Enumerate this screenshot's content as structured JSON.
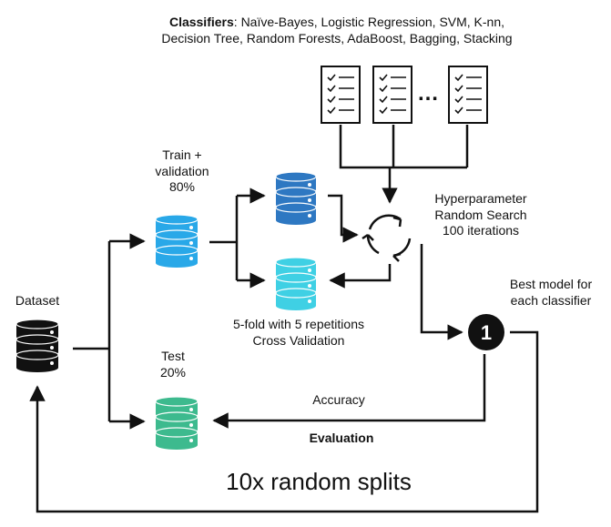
{
  "classifiers": {
    "label": "Classifiers",
    "line1": "Naïve-Bayes, Logistic Regression, SVM, K-nn,",
    "line2": "Decision Tree, Random Forests, AdaBoost, Bagging, Stacking"
  },
  "ellipsis": "…",
  "dataset_label": "Dataset",
  "train": {
    "line1": "Train +",
    "line2": "validation",
    "pct": "80%"
  },
  "test": {
    "line1": "Test",
    "pct": "20%"
  },
  "hyperparameter": {
    "line1": "Hyperparameter",
    "line2": "Random Search",
    "line3": "100 iterations"
  },
  "cv": {
    "line1": "5-fold with 5 repetitions",
    "line2": "Cross Validation"
  },
  "best_model": {
    "line1": "Best model for",
    "line2": "each classifier",
    "badge": "1"
  },
  "accuracy_label": "Accuracy",
  "evaluation_label": "Evaluation",
  "splits_label": "10x random splits",
  "colors": {
    "dataset": "#111111",
    "train": "#29a8e8",
    "fold_dark": "#2e78c2",
    "fold_light": "#3fd0e4",
    "test": "#3dba8e",
    "line": "#111111"
  },
  "icons": [
    "database-icon",
    "checklist-icon",
    "cycle-arrows-icon"
  ]
}
